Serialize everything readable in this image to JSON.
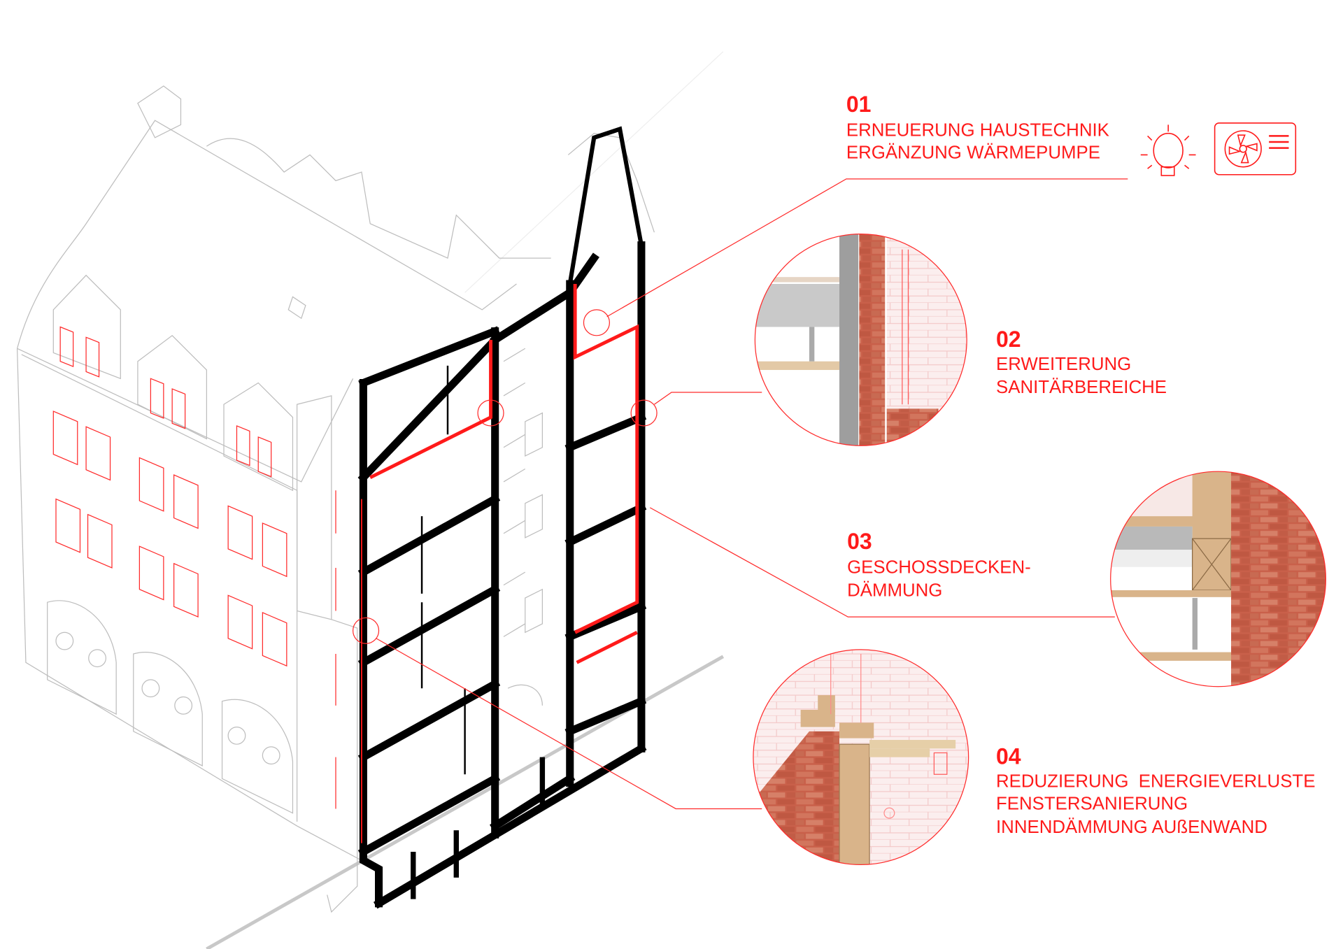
{
  "title": "Sanierungsmaßnahmen Axonometrie",
  "annotations": [
    {
      "number": "01",
      "lines": [
        "ERNEUERUNG HAUSTECHNIK",
        "ERGÄNZUNG WÄRMEPUMPE"
      ]
    },
    {
      "number": "02",
      "lines": [
        "ERWEITERUNG",
        "SANITÄRBEREICHE"
      ]
    },
    {
      "number": "03",
      "lines": [
        "GESCHOSSDECKEN-",
        "DÄMMUNG"
      ]
    },
    {
      "number": "04",
      "lines": [
        "REDUZIERUNG  ENERGIEVERLUSTE",
        "FENSTERSANIERUNG",
        "INNENDÄMMUNG AUßENWAND"
      ]
    }
  ],
  "icons": [
    "sun-lamp-icon",
    "heat-pump-unit-icon"
  ],
  "colors": {
    "accent": "#ff1a1a",
    "section": "#000000",
    "linework": "#bdbdbd",
    "brick": "#c8684f",
    "wood": "#d9b48a"
  }
}
